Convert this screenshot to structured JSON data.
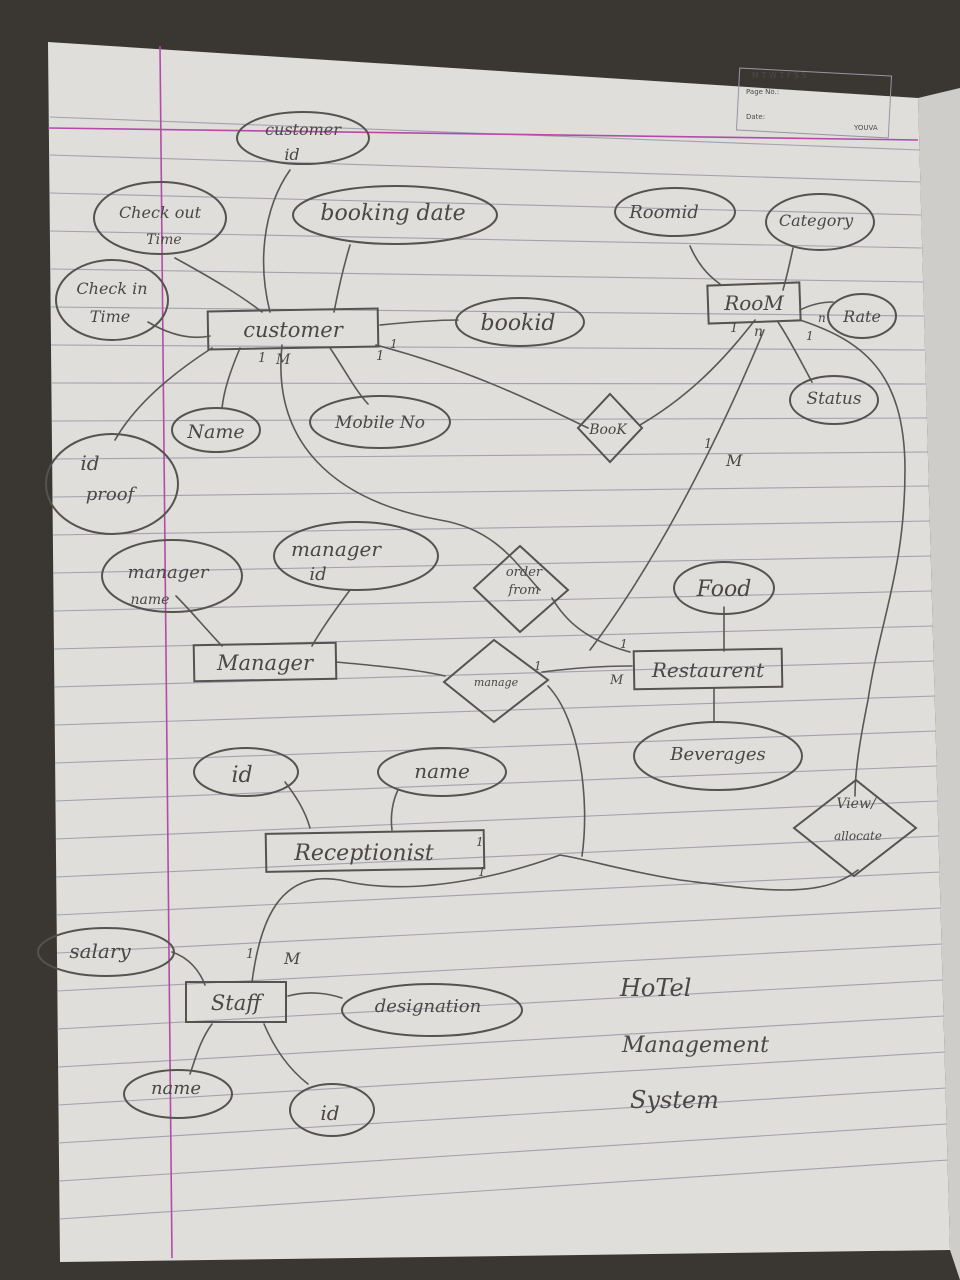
{
  "header": {
    "days": "M T W T F S S",
    "page_no": "Page No.:",
    "date": "Date:",
    "brand": "YOUVA"
  },
  "entities": {
    "customer": "customer",
    "room": "RooM",
    "manager": "Manager",
    "restaurant": "Restaurent",
    "receptionist": "Receptionist",
    "staff": "Staff"
  },
  "attributes": {
    "customer_id": [
      "customer",
      "id"
    ],
    "check_out_time": [
      "Check out",
      "Time"
    ],
    "booking_date": "booking date",
    "check_in_time": [
      "Check in",
      "Time"
    ],
    "bookid": "bookid",
    "name": "Name",
    "mobile_no": "Mobile No",
    "id_proof": [
      "id",
      "proof"
    ],
    "room_id": "Roomid",
    "category": "Category",
    "rate": "Rate",
    "status": "Status",
    "manager_name": [
      "manager",
      "name"
    ],
    "manager_id": [
      "manager",
      "id"
    ],
    "food": "Food",
    "beverages": "Beverages",
    "rec_id": "id",
    "rec_name": "name",
    "salary": "salary",
    "designation": "designation",
    "staff_name": "name",
    "staff_id": "id"
  },
  "relationships": {
    "book": "BooK",
    "order_from": [
      "order",
      "from"
    ],
    "manage": "manage",
    "view_allocate": [
      "View/",
      "allocate"
    ]
  },
  "cardinality": {
    "one": "1",
    "many": "M",
    "n": "n"
  },
  "title": [
    "HoTel",
    "Management",
    "System"
  ]
}
